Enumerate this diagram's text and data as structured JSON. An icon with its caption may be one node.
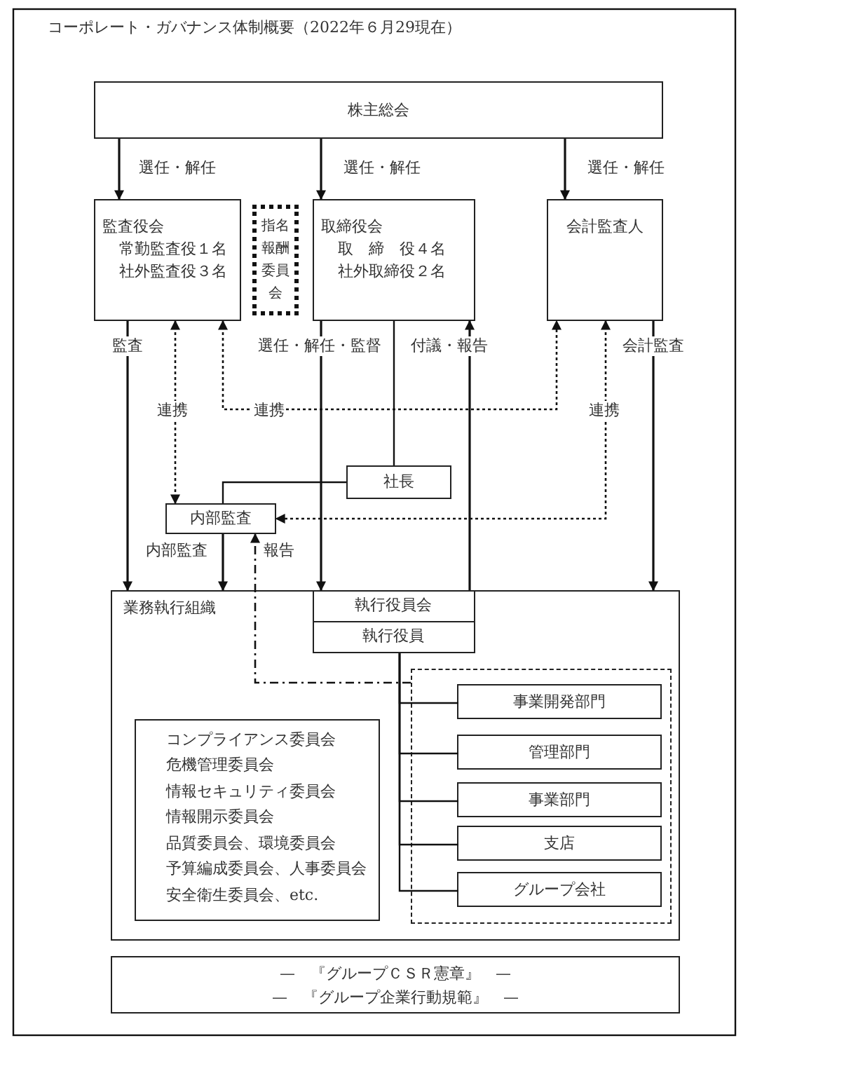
{
  "diagram": {
    "title": "コーポレート・ガバナンス体制概要（2022年６月29現在）",
    "nodes": [
      {
        "text": [
          "株主総会"
        ]
      },
      {
        "text": [
          "監査役会",
          "常勤監査役１名",
          "社外監査役３名"
        ]
      },
      {
        "text": [
          "指名報酬委員会"
        ]
      },
      {
        "text": [
          "取締役会",
          "取　締　役４名",
          "社外取締役２名"
        ]
      },
      {
        "text": [
          "会計監査人"
        ]
      },
      {
        "text": [
          "社長"
        ]
      },
      {
        "text": [
          "内部監査"
        ]
      },
      {
        "text": [
          "業務執行組織"
        ]
      },
      {
        "text": [
          "執行役員会"
        ],
        "in": 7
      },
      {
        "text": [
          "執行役員"
        ],
        "in": 7
      },
      {
        "text": [
          "コンプライアンス委員会",
          "危機管理委員会",
          "情報セキュリティ委員会",
          "情報開示委員会",
          "品質委員会、環境委員会",
          "予算編成委員会、人事委員会",
          "安全衛生委員会、etc."
        ],
        "in": 7
      },
      {
        "text": [],
        "shape": "box",
        "in": 7
      },
      {
        "text": [
          "事業開発部門"
        ],
        "in": 11
      },
      {
        "text": [
          "管理部門"
        ],
        "in": 11
      },
      {
        "text": [
          "事業部門"
        ],
        "in": 11
      },
      {
        "text": [
          "支店"
        ],
        "in": 11
      },
      {
        "text": [
          "グループ会社"
        ],
        "in": 11
      },
      {
        "text": [
          "—　『グループＣＳＲ憲章』　—",
          "—　『グループ企業行動規範』　—"
        ]
      }
    ],
    "edges": [
      {
        "from": 0,
        "to": 1,
        "arrow": "to",
        "label": "選任・解任"
      },
      {
        "from": 0,
        "to": 3,
        "arrow": "to",
        "label": "選任・解任"
      },
      {
        "from": 0,
        "to": 4,
        "arrow": "to",
        "label": "選任・解任"
      },
      {
        "from": 1,
        "to": 7,
        "arrow": "to",
        "label": "監査"
      },
      {
        "from": 1,
        "to": 6,
        "arrow": "both",
        "label": "連携",
        "style": "dashed"
      },
      {
        "from": 1,
        "to": 4,
        "arrow": "both",
        "label": "連携",
        "style": "dashed"
      },
      {
        "from": 4,
        "to": 6,
        "arrow": "both",
        "label": "連携",
        "style": "dashed"
      },
      {
        "from": 3,
        "to": 8,
        "arrow": "to",
        "label": "選任・解任・監督"
      },
      {
        "from": 8,
        "to": 3,
        "arrow": "to",
        "label": "付議・報告"
      },
      {
        "from": 3,
        "to": 5,
        "arrow": "none"
      },
      {
        "from": 5,
        "to": 6,
        "arrow": "none"
      },
      {
        "from": 6,
        "to": 7,
        "arrow": "to",
        "label": "内部監査"
      },
      {
        "from": 11,
        "to": 6,
        "arrow": "to",
        "label": "報告",
        "style": "dashed"
      },
      {
        "from": 4,
        "to": 7,
        "arrow": "to",
        "label": "会計監査"
      },
      {
        "from": 9,
        "to": 12,
        "arrow": "none"
      },
      {
        "from": 9,
        "to": 13,
        "arrow": "none"
      },
      {
        "from": 9,
        "to": 14,
        "arrow": "none"
      },
      {
        "from": 9,
        "to": 15,
        "arrow": "none"
      },
      {
        "from": 9,
        "to": 16,
        "arrow": "none"
      }
    ]
  }
}
